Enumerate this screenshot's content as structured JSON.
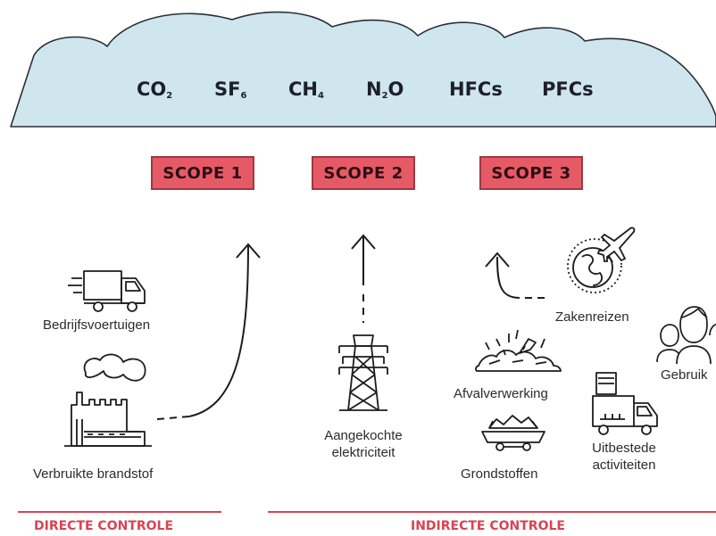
{
  "gases": [
    {
      "base": "CO",
      "sub": "2"
    },
    {
      "base": "SF",
      "sub": "6"
    },
    {
      "base": "CH",
      "sub": "4"
    },
    {
      "base": "N",
      "sub": "2",
      "tail": "O"
    },
    {
      "base": "HFCs",
      "sub": ""
    },
    {
      "base": "PFCs",
      "sub": ""
    }
  ],
  "scopes": [
    "SCOPE 1",
    "SCOPE 2",
    "SCOPE 3"
  ],
  "items": {
    "vehicles": "Bedrijfsvoertuigen",
    "fuel": "Verbruikte brandstof",
    "electricity_line1": "Aangekochte",
    "electricity_line2": "elektriciteit",
    "travel": "Zakenreizen",
    "users": "Gebruik",
    "waste": "Afvalverwerking",
    "raw_materials": "Grondstoffen",
    "outsourced_line1": "Uitbestede",
    "outsourced_line2": "activiteiten"
  },
  "controls": {
    "direct": "DIRECTE CONTROLE",
    "indirect": "INDIRECTE CONTROLE"
  },
  "colors": {
    "cloud_fill": "#cfe6ee",
    "scope_fill": "#e65a66",
    "accent": "#d94452"
  },
  "icons": [
    "delivery-truck-icon",
    "factory-icon",
    "power-pylon-icon",
    "globe-plane-icon",
    "users-icon",
    "waste-pile-icon",
    "mine-cart-icon",
    "cargo-truck-icon"
  ]
}
